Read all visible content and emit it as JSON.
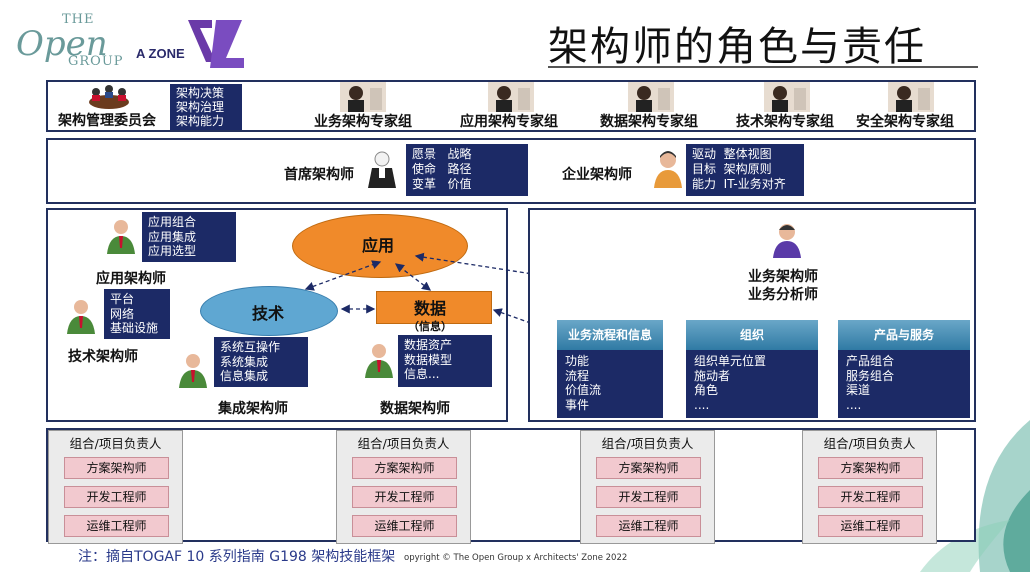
{
  "title": "架构师的角色与责任",
  "logos": {
    "open_the": "THE",
    "open_open": "Open",
    "open_group": "GROUP",
    "zone": "A ZONE"
  },
  "row1": {
    "board_label": "架构管理委员会",
    "board_duties": [
      "架构决策",
      "架构治理",
      "架构能力"
    ],
    "groups": [
      "业务架构专家组",
      "应用架构专家组",
      "数据架构专家组",
      "技术架构专家组",
      "安全架构专家组"
    ]
  },
  "row2": {
    "chief_label": "首席架构师",
    "chief_duties": [
      [
        "愿景",
        "战略"
      ],
      [
        "使命",
        "路径"
      ],
      [
        "变革",
        "价值"
      ]
    ],
    "ea_label": "企业架构师",
    "ea_duties": [
      [
        "驱动",
        "整体视图"
      ],
      [
        "目标",
        "架构原则"
      ],
      [
        "能力",
        "IT-业务对齐"
      ]
    ]
  },
  "row3": {
    "app_arch": "应用架构师",
    "app_items": [
      "应用组合",
      "应用集成",
      "应用选型"
    ],
    "tech_arch": "技术架构师",
    "tech_items": [
      "平台",
      "网络",
      "基础设施"
    ],
    "integ_arch": "集成架构师",
    "integ_items": [
      "系统互操作",
      "系统集成",
      "信息集成"
    ],
    "data_arch": "数据架构师",
    "data_items": [
      "数据资产",
      "数据模型",
      "信息..."
    ],
    "ellipse_app": "应用",
    "ellipse_tech": "技术",
    "data_box": "数据",
    "data_box_sub": "（信息）"
  },
  "biz": {
    "role_line1": "业务架构师",
    "role_line2": "业务分析师",
    "cols": [
      {
        "head": "业务流程和信息",
        "items": [
          "功能",
          "流程",
          "价值流",
          "事件"
        ]
      },
      {
        "head": "组织",
        "items": [
          "组织单元位置",
          "施动者",
          "角色",
          "...."
        ]
      },
      {
        "head": "产品与服务",
        "items": [
          "产品组合",
          "服务组合",
          "渠道",
          "...."
        ]
      }
    ]
  },
  "teams": [
    {
      "head": "组合/项目负责人",
      "roles": [
        "方案架构师",
        "开发工程师",
        "运维工程师"
      ]
    },
    {
      "head": "组合/项目负责人",
      "roles": [
        "方案架构师",
        "开发工程师",
        "运维工程师"
      ]
    },
    {
      "head": "组合/项目负责人",
      "roles": [
        "方案架构师",
        "开发工程师",
        "运维工程师"
      ]
    },
    {
      "head": "组合/项目负责人",
      "roles": [
        "方案架构师",
        "开发工程师",
        "运维工程师"
      ]
    }
  ],
  "footer_note": "注：摘自TOGAF 10 系列指南 G198 架构技能框架",
  "copyright": "opyright © The Open Group x Architects' Zone 2022",
  "colors": {
    "navy": "#1c2a66",
    "orange": "#f08a2a",
    "blue_ellipse": "#5fa7d2",
    "pink": "#f2c9cf"
  }
}
